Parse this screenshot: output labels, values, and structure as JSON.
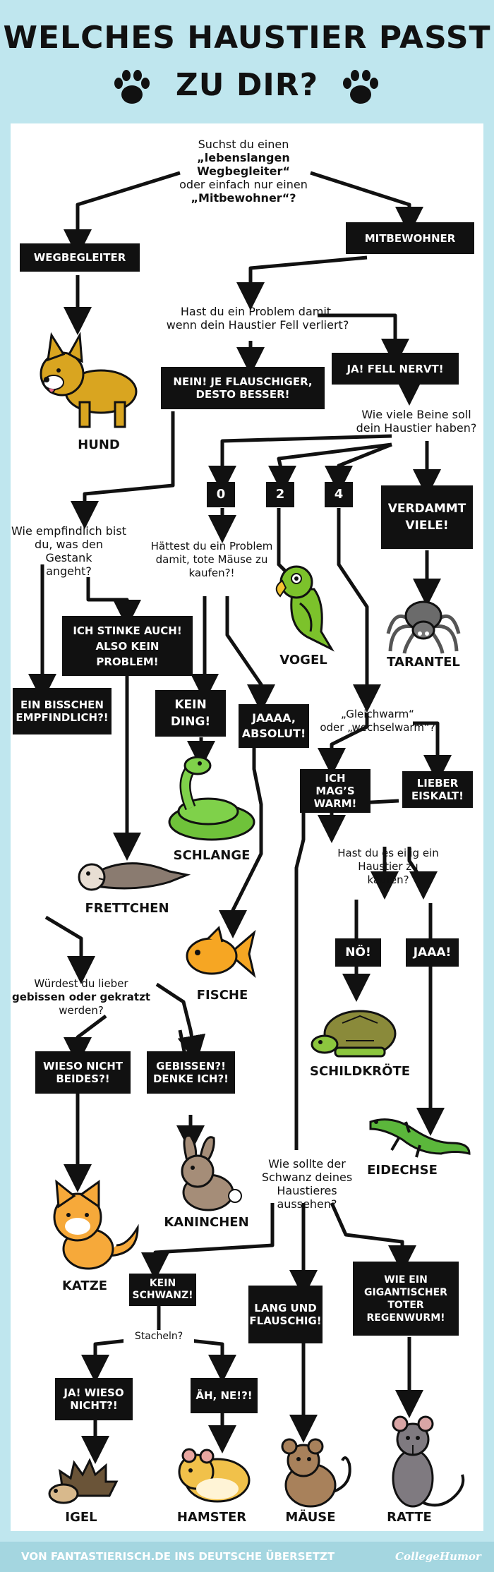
{
  "title": {
    "line1": "WELCHES HAUSTIER PASST",
    "line2": "ZU DIR?"
  },
  "questions": {
    "q1": [
      "Suchst du einen",
      "„lebenslangen",
      "Wegbegleiter“",
      "oder einfach nur einen",
      "„Mitbewohner“?"
    ],
    "fell": [
      "Hast du ein Problem damit,",
      "wenn dein Haustier Fell verliert?"
    ],
    "beine": [
      "Wie viele Beine soll",
      "dein Haustier haben?"
    ],
    "gestank": [
      "Wie empfindlich bist",
      "du, was den Gestank",
      "angeht?"
    ],
    "maeuse": [
      "Hättest du ein Problem",
      "damit, tote Mäuse zu",
      "kaufen?!"
    ],
    "warm": [
      "„Gleichwarm“",
      "oder „wechselwarm“?"
    ],
    "eilig": [
      "Hast du es eilig ein",
      "Haustier zu",
      "kaufen?"
    ],
    "beissen": [
      "Würdest du lieber",
      "gebissen oder gekratzt",
      "werden?"
    ],
    "schwanz": [
      "Wie sollte der",
      "Schwanz deines",
      "Haustieres aussehen?"
    ],
    "stacheln": "Stacheln?"
  },
  "answers": {
    "wegbegleiter": "WEGBEGLEITER",
    "mitbewohner": "MITBEWOHNER",
    "flauschig": "NEIN! JE FLAUSCHIGER, DESTO BESSER!",
    "fellnervt": "JA! FELL NERVT!",
    "zero": "0",
    "two": "2",
    "four": "4",
    "verdammt": "VERDAMMT VIELE!",
    "stinke": "ICH STINKE AUCH! ALSO KEIN PROBLEM!",
    "bisschen": "EIN BISSCHEN EMPFINDLICH?!",
    "keinding": "KEIN DING!",
    "absolut": "JAAAA, ABSOLUT!",
    "magswarm": "ICH MAG’S WARM!",
    "eiskalt": "LIEBER EISKALT!",
    "noe": "NÖ!",
    "jaaa": "JAAA!",
    "beides": "WIESO NICHT BEIDES?!",
    "gebissen": "GEBISSEN?! DENKE ICH?!",
    "keinschwanz": "KEIN SCHWANZ!",
    "langflauschig": "LANG UND FLAUSCHIG!",
    "regenwurm": "WIE EIN GIGANTISCHER TOTER REGENWURM!",
    "jawieso": "JA! WIESO NICHT?!",
    "aehne": "ÄH, NE!?!"
  },
  "animals": {
    "hund": "HUND",
    "vogel": "VOGEL",
    "tarantel": "TARANTEL",
    "schlange": "SCHLANGE",
    "frettchen": "FRETTCHEN",
    "fische": "FISCHE",
    "schildkroete": "SCHILDKRÖTE",
    "eidechse": "EIDECHSE",
    "kaninchen": "KANINCHEN",
    "katze": "KATZE",
    "igel": "IGEL",
    "hamster": "HAMSTER",
    "maeuse": "MÄUSE",
    "ratte": "RATTE"
  },
  "footer": {
    "credit": "VON FANTASTIERISCH.DE INS DEUTSCHE ÜBERSETZT",
    "logo": "CollegeHumor"
  },
  "colors": {
    "background": "#bfe6ee",
    "panel": "#ffffff",
    "box": "#111111",
    "footer": "#a4d6e0"
  }
}
